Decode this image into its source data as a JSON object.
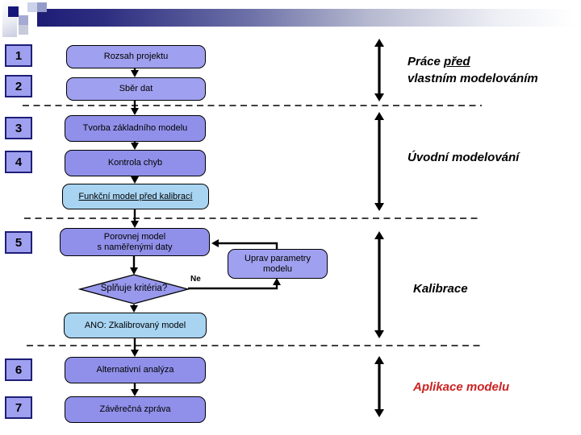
{
  "colors": {
    "box_periwinkle": "#a0a0f0",
    "box_purple": "#9090ea",
    "box_lightblue": "#a8d4f2",
    "diamond_fill": "#9898ec",
    "navy": "#1e1e78",
    "phase_red": "#cc2222"
  },
  "steps": [
    {
      "number": "1",
      "label": "Rozsah projektu"
    },
    {
      "number": "2",
      "label": "Sběr dat"
    },
    {
      "number": "3",
      "label": "Tvorba základního modelu"
    },
    {
      "number": "4",
      "label": "Kontrola chyb"
    },
    {
      "number": "5",
      "label": "Porovnej model\ns naměřenými daty"
    },
    {
      "number": "6",
      "label": "Alternativní analýza"
    },
    {
      "number": "7",
      "label": "Závěrečná zpráva"
    }
  ],
  "milestones": {
    "before_calibration": "Funkční model před kalibrací",
    "calibrated": "ANO: Zkalibrovaný model"
  },
  "decision": {
    "question": "Splňuje kritéria?",
    "no_label": "Ne",
    "adjust_box": "Uprav parametry\nmodelu"
  },
  "phases": [
    {
      "line1_prefix": "Práce ",
      "line1_underlined": "před",
      "line2": "vlastním modelováním"
    },
    {
      "label": "Úvodní modelování"
    },
    {
      "label": "Kalibrace"
    },
    {
      "label": "Aplikace modelu"
    }
  ]
}
